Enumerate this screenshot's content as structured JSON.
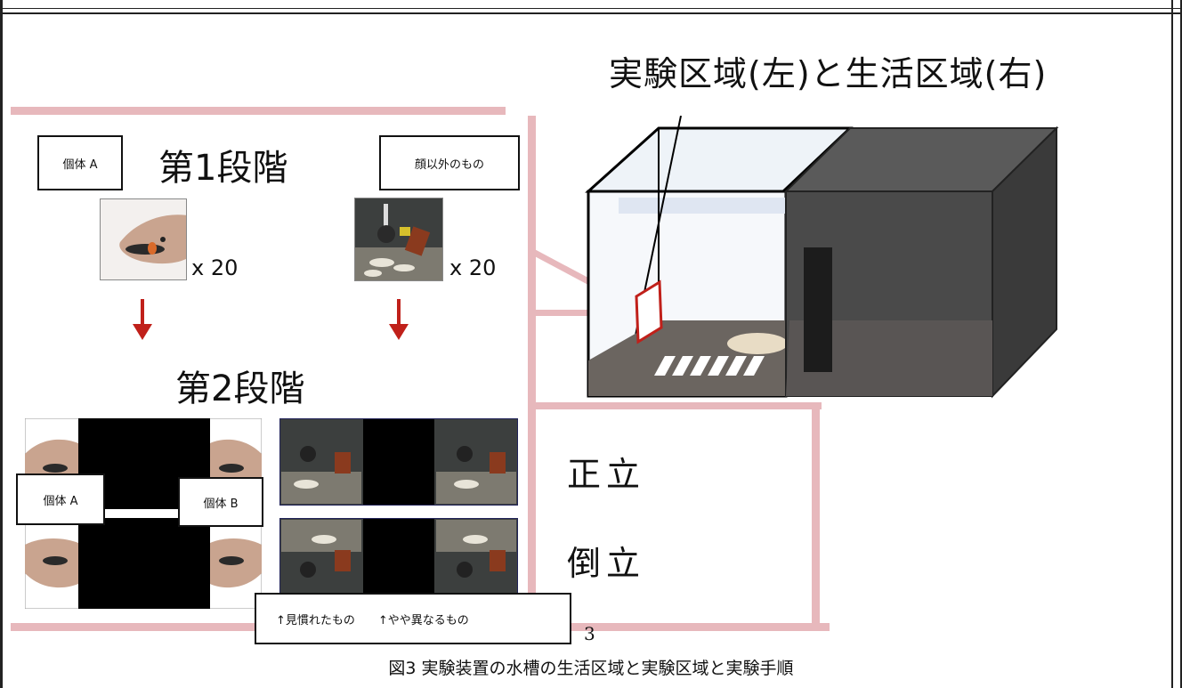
{
  "header_title": "実験区域(左)と生活区域(右)",
  "stage1": {
    "title": "第1段階",
    "left_label": "個体 A",
    "right_label": "顔以外のもの",
    "left_count": "x 20",
    "right_count": "x 20"
  },
  "stage2": {
    "title": "第2段階",
    "label_a": "個体 A",
    "label_b": "個体 B",
    "upright": "正立",
    "inverted": "倒立"
  },
  "footer_legend": "↑見慣れたもの　　↑やや異なるもの",
  "page_number": "3",
  "caption": "図3  実験装置の水槽の生活区域と実験区域と実験手順",
  "colors": {
    "accent_pink": "#e7b8bc",
    "arrow_red": "#c0201a",
    "tank_dark": "#4a4a4a"
  }
}
